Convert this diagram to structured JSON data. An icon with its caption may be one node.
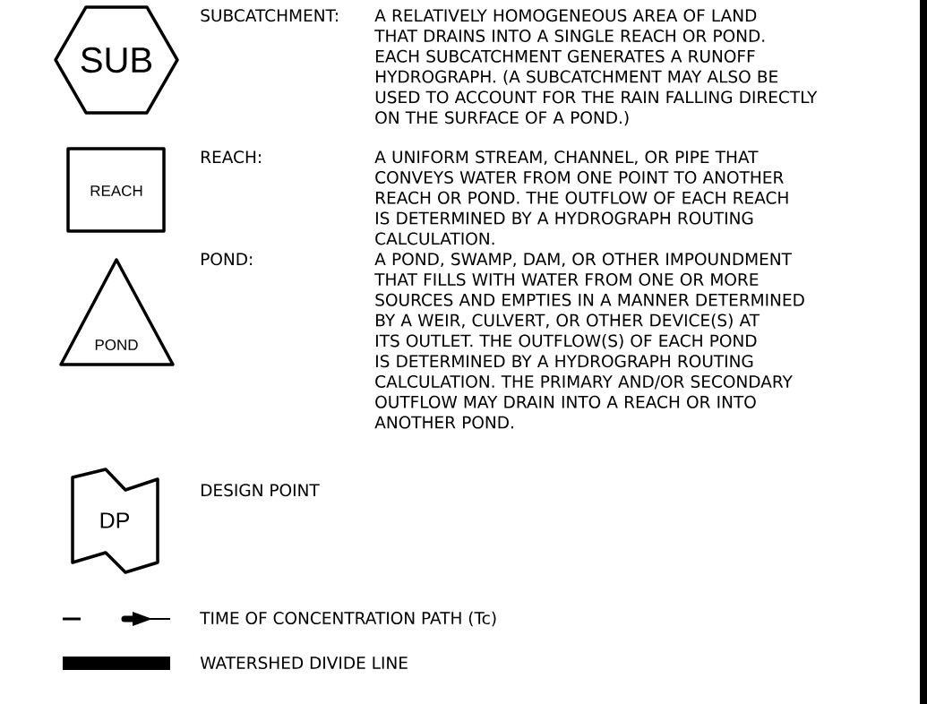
{
  "diagram": {
    "nodes": [
      {
        "text": [
          "SUB"
        ],
        "beside": [
          "SUBCATCHMENT:"
        ]
      },
      {
        "text": [
          "REACH"
        ],
        "beside": [
          "REACH:"
        ]
      },
      {
        "text": [
          "POND"
        ],
        "beside": [
          "POND:"
        ]
      },
      {
        "text": [
          "DP"
        ],
        "beside": [
          "DESIGN POINT"
        ]
      }
    ],
    "labels": [
      "A RELATIVELY HOMOGENEOUS AREA OF LAND THAT DRAINS INTO A SINGLE REACH OR POND. EACH SUBCATCHMENT GENERATES A RUNOFF HYDROGRAPH.  (A SUBCATCHMENT MAY ALSO BE USED TO ACCOUNT FOR THE RAIN FALLING DIRECTLY ON THE SURFACE OF A POND.)",
      "A UNIFORM STREAM, CHANNEL, OR PIPE THAT CONVEYS WATER FROM ONE POINT TO ANOTHER REACH OR POND.  THE OUTFLOW OF EACH REACH IS DETERMINED BY A HYDROGRAPH ROUTING CALCULATION.",
      "A POND, SWAMP, DAM, OR OTHER IMPOUNDMENT THAT FILLS WITH WATER FROM ONE OR MORE SOURCES AND EMPTIES IN A MANNER DETERMINED BY A WEIR, CULVERT, OR OTHER DEVICE(S) AT ITS OUTLET.  THE OUTFLOW(S) OF EACH POND IS DETERMINED BY A HYDROGRAPH ROUTING CALCULATION.  THE PRIMARY AND/OR SECONDARY OUTFLOW MAY DRAIN INTO A REACH OR INTO ANOTHER POND."
    ],
    "legend": [
      {
        "text": "TIME OF CONCENTRATION PATH (Tc)"
      },
      {
        "text": "WATERSHED DIVIDE LINE",
        "color": "#000000"
      }
    ]
  }
}
